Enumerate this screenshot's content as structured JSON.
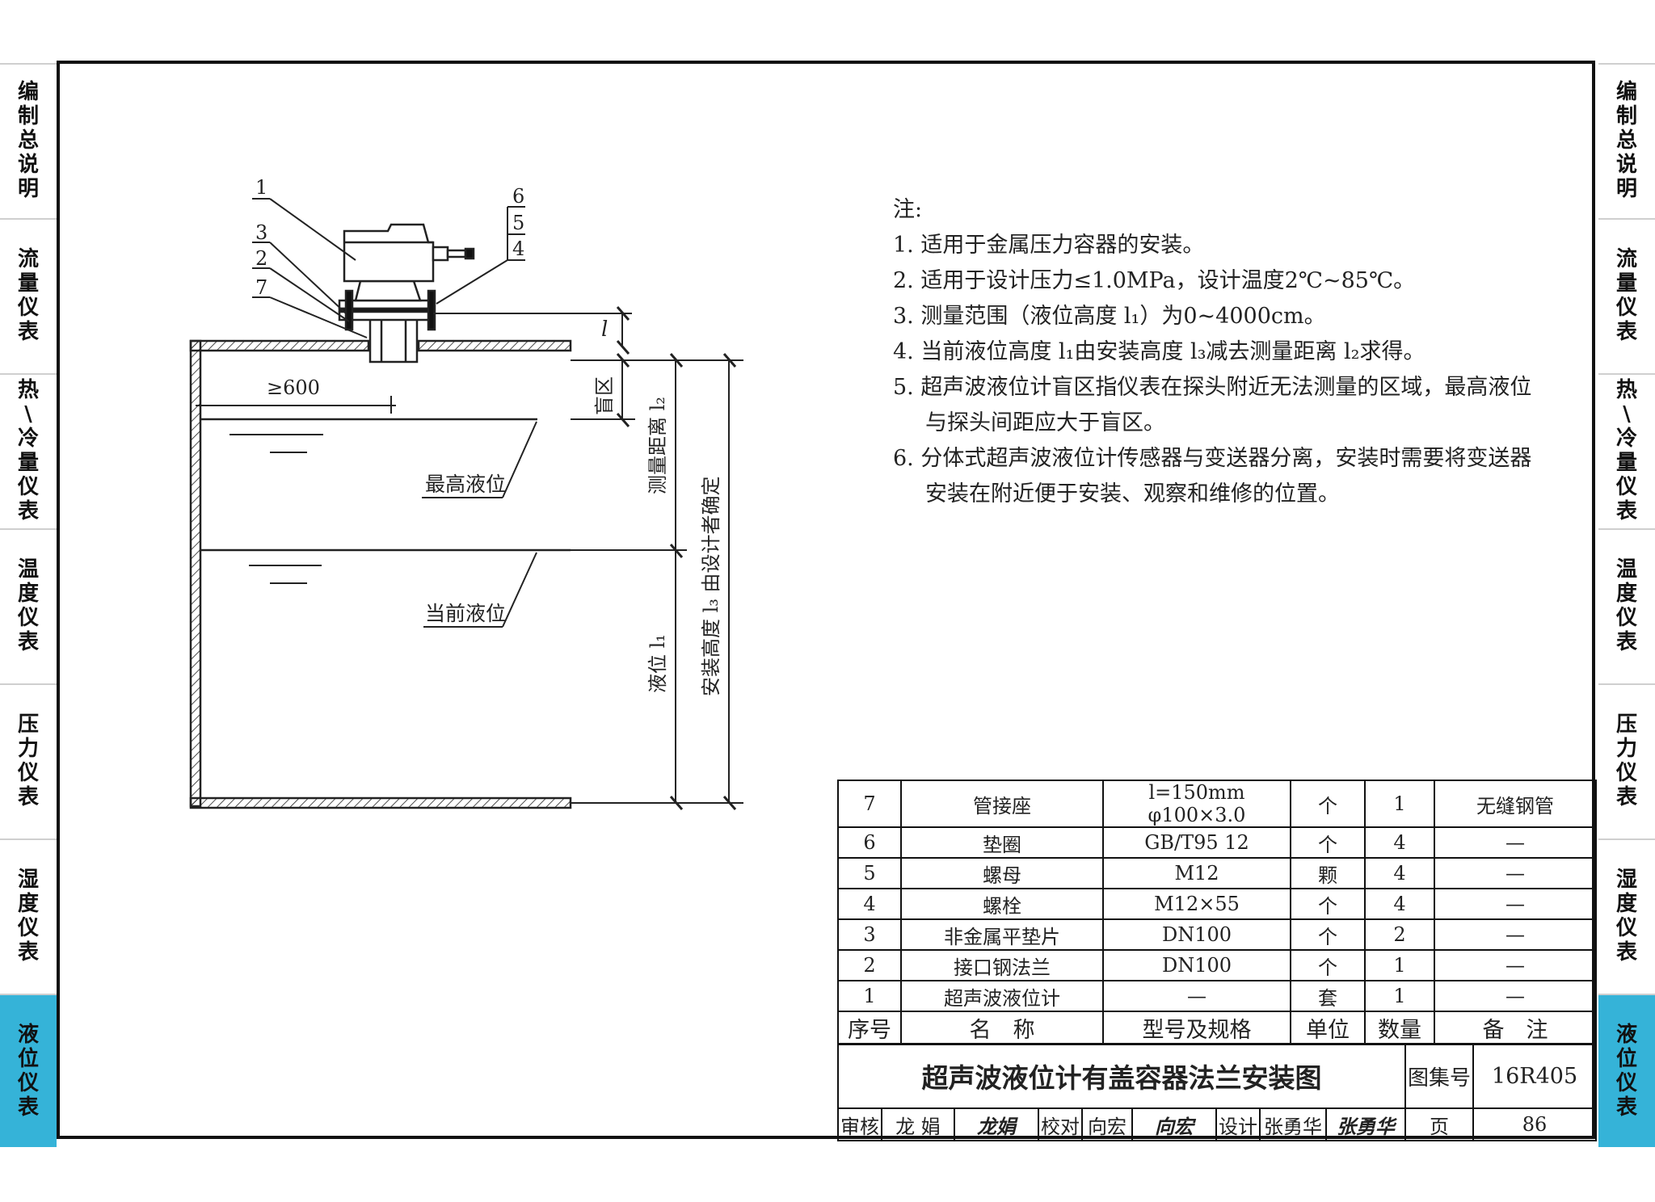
{
  "side_tabs": [
    "编制总说明",
    "流量仪表",
    "热\\冷量仪表",
    "温度仪表",
    "压力仪表",
    "湿度仪表",
    "液位仪表"
  ],
  "active_tab": "液位仪表",
  "drawing": {
    "part_numbers": [
      "1",
      "3",
      "2",
      "7",
      "6",
      "5",
      "4"
    ],
    "dim_min_distance": "≥600",
    "dim_l": "l",
    "blind_zone": "盲区",
    "measure_distance": "测量距离 l₂",
    "max_level": "最高液位",
    "current_level": "当前液位",
    "liquid_level": "液位 l₁",
    "install_height": "安装高度  l₃  由设计者确定"
  },
  "notes": {
    "title": "注:",
    "items": [
      "1. 适用于金属压力容器的安装。",
      "2. 适用于设计压力≤1.0MPa，设计温度2℃~85℃。",
      "3. 测量范围（液位高度 l₁）为0~4000cm。",
      "4. 当前液位高度 l₁由安装高度 l₃减去测量距离 l₂求得。",
      "5. 超声波液位计盲区指仪表在探头附近无法测量的区域，最高液位与探头间距应大于盲区。",
      "6. 分体式超声波液位计传感器与变送器分离，安装时需要将变送器安装在附近便于安装、观察和维修的位置。"
    ]
  },
  "parts_table": {
    "headers": [
      "序号",
      "名　称",
      "型号及规格",
      "单位",
      "数量",
      "备　注"
    ],
    "rows": [
      [
        "7",
        "管接座",
        "l=150mm φ100×3.0",
        "个",
        "1",
        "无缝钢管"
      ],
      [
        "6",
        "垫圈",
        "GB/T95  12",
        "个",
        "4",
        "—"
      ],
      [
        "5",
        "螺母",
        "M12",
        "颗",
        "4",
        "—"
      ],
      [
        "4",
        "螺栓",
        "M12×55",
        "个",
        "4",
        "—"
      ],
      [
        "3",
        "非金属平垫片",
        "DN100",
        "个",
        "2",
        "—"
      ],
      [
        "2",
        "接口钢法兰",
        "DN100",
        "个",
        "1",
        "—"
      ],
      [
        "1",
        "超声波液位计",
        "—",
        "套",
        "1",
        "—"
      ]
    ]
  },
  "title_block": {
    "title": "超声波液位计有盖容器法兰安装图",
    "atlas_label": "图集号",
    "atlas_no": "16R405",
    "review_label": "审核",
    "review_name": "龙 娟",
    "review_sign": "龙娟",
    "check_label": "校对",
    "check_name": "向宏",
    "check_sign": "向宏",
    "design_label": "设计",
    "design_name": "张勇华",
    "design_sign": "张勇华",
    "page_label": "页",
    "page_no": "86"
  }
}
